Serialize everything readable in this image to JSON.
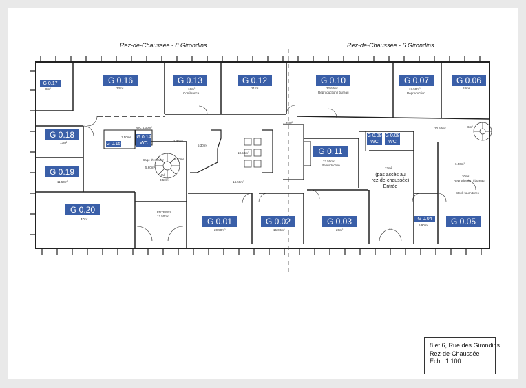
{
  "headings": {
    "left": "Rez-de-Chaussée - 8 Girondins",
    "right": "Rez-de-Chaussée - 6 Girondins"
  },
  "rooms": {
    "g017": {
      "label": "G 0.17",
      "area": "8m²"
    },
    "g016": {
      "label": "G 0.16",
      "area": "33m²"
    },
    "g013": {
      "label": "G 0.13",
      "area": "16m²",
      "use": "Conférence"
    },
    "g012": {
      "label": "G 0.12",
      "area": "21m²"
    },
    "g010": {
      "label": "G 0.10",
      "area": "32.60m²",
      "use": "Reproduction / bureau"
    },
    "g007": {
      "label": "G 0.07",
      "area": "17.50m²",
      "use": "Reproduction"
    },
    "g006": {
      "label": "G 0.06",
      "area": "18m²"
    },
    "g018": {
      "label": "G 0.18",
      "area": "13m²"
    },
    "g015": {
      "label": "G 0.15"
    },
    "g014": {
      "label": "G 0.14",
      "sub": "WC"
    },
    "g011": {
      "label": "G 0.11",
      "area": "23.50m²",
      "use": "Reproduction"
    },
    "g009": {
      "label": "G 0.09",
      "sub": "WC"
    },
    "g008": {
      "label": "G 0.08",
      "sub": "WC"
    },
    "g019": {
      "label": "G 0.19",
      "area": "11.50m²"
    },
    "g020": {
      "label": "G 0.20",
      "area": "47m²"
    },
    "g001": {
      "label": "G 0.01",
      "area": "20.50m²"
    },
    "g002": {
      "label": "G 0.02",
      "area": "15.00m²"
    },
    "g003": {
      "label": "G 0.03",
      "area": "20m²"
    },
    "g004": {
      "label": "G 0.04",
      "area": "6.90m²"
    },
    "g005": {
      "label": "G 0.05",
      "area": "30m²",
      "use": "Reproduction / bureau",
      "extra": "Stock fournitures"
    }
  },
  "spaces": {
    "wc": "WC 4.30m²",
    "hall": "5.30m²",
    "lobby": "18.50m²",
    "corridor": "14.50m²",
    "landing": "3.50m²",
    "cage": "Cage d'escalier",
    "cage_area": "5.60m²",
    "hall2": "Hall",
    "entrees": "ENTRÉES",
    "entrees_area": "12.50m²",
    "small1": "1.50m²",
    "small2": "1.30m²",
    "small3": "1.95m²",
    "small4": "8.00m²",
    "center_area": "22m²",
    "stair_area": "10.50m²",
    "lobby2": "6.50m²",
    "sixm": "6m²"
  },
  "no_access": {
    "line1": "(pas accès au",
    "line2": "rez-de-chaussée)",
    "line3": "Entrée"
  },
  "title_block": {
    "line1": "8 et 6, Rue des Girondins",
    "line2": "Rez-de-Chaussée",
    "line3": "Ech.: 1:100"
  },
  "colors": {
    "label_bg": "#3a5fa8",
    "wall": "#222222",
    "page_bg": "#e9e9e9"
  }
}
